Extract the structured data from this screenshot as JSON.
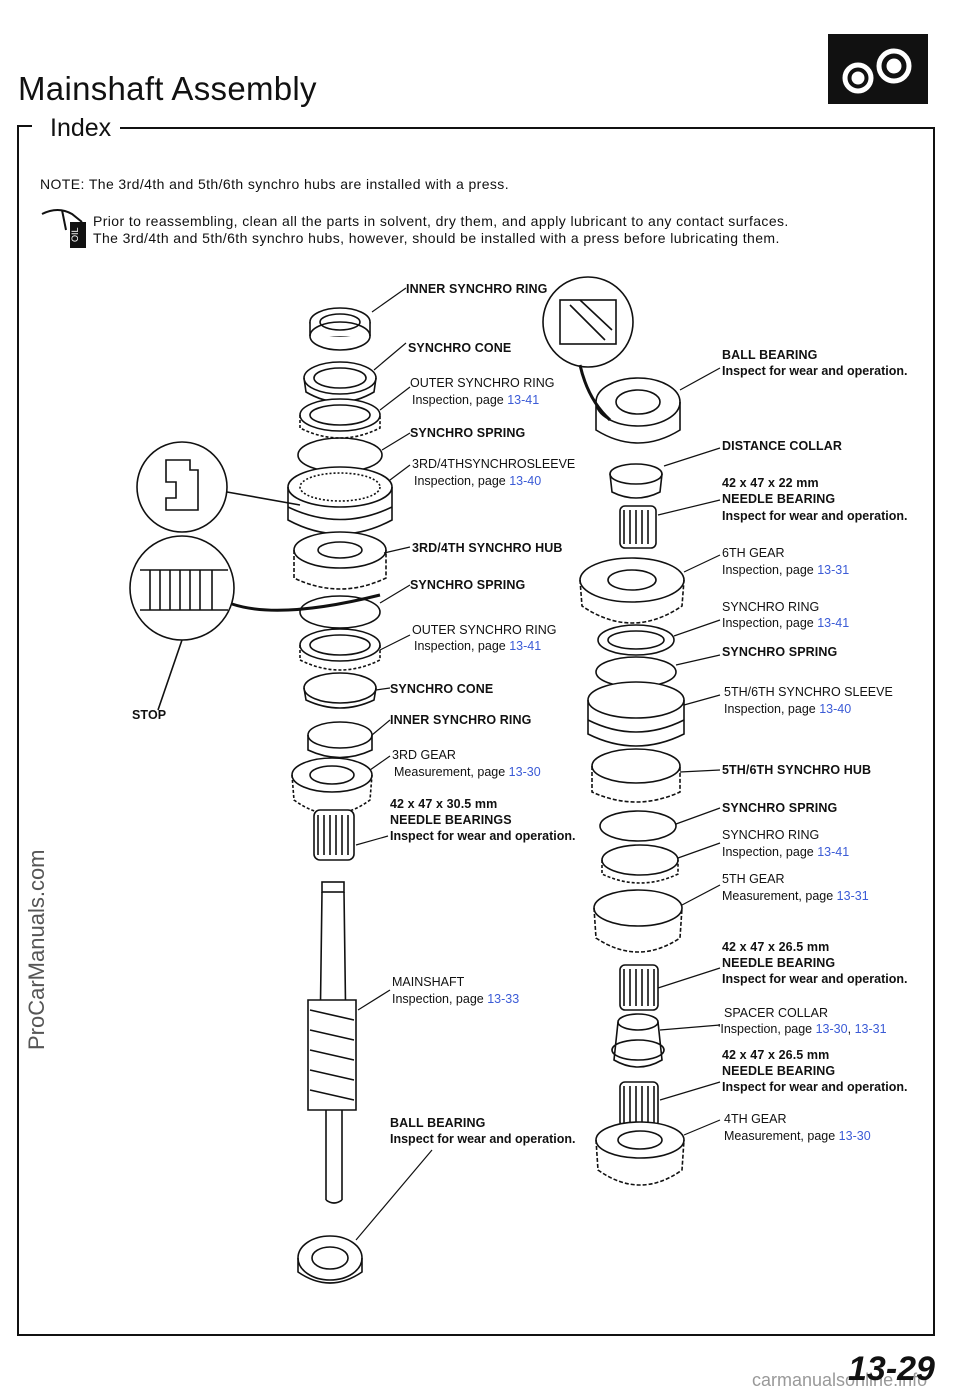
{
  "header": {
    "title": "Mainshaft Assembly",
    "section": "Index"
  },
  "note": "NOTE:  The 3rd/4th and 5th/6th synchro hubs are installed with a press.",
  "oil_note": {
    "badge": "OIL",
    "line1": "Prior to reassembling, clean all the parts in solvent, dry them, and apply lubricant to any contact surfaces.",
    "line2": "The 3rd/4th and 5th/6th synchro hubs, however, should be installed with a press before lubricating them."
  },
  "labels": {
    "inner_ring_1": "INNER SYNCHRO RING",
    "synchro_cone_1": "SYNCHRO CONE",
    "outer_ring_1": "OUTER SYNCHRO RING",
    "outer_ring_1_insp": "Inspection, page",
    "outer_ring_1_page": "13-41",
    "synchro_spring_1": "SYNCHRO SPRING",
    "sleeve_34": "3RD/4THSYNCHROSLEEVE",
    "sleeve_34_insp": "Inspection,  page",
    "sleeve_34_page": "13-40",
    "hub_34": "3RD/4TH SYNCHRO HUB",
    "synchro_spring_2": "SYNCHRO SPRING",
    "outer_ring_2": "OUTER SYNCHRO RING",
    "outer_ring_2_insp": "Inspection,  page",
    "outer_ring_2_page": "13-41",
    "synchro_cone_2": "SYNCHRO CONE",
    "inner_ring_2": "INNER SYNCHRO RING",
    "gear_3rd": "3RD GEAR",
    "gear_3rd_meas": "Measurement,  page",
    "gear_3rd_page": "13-30",
    "needle_305_size": "42 x 47 x 30.5 mm",
    "needle_305_name": "NEEDLE BEARINGS",
    "needle_305_insp": "Inspect for wear and operation.",
    "mainshaft": "MAINSHAFT",
    "mainshaft_insp": "Inspection,  page",
    "mainshaft_page": "13-33",
    "ball_bearing_bottom": "BALL BEARING",
    "ball_bearing_bottom_insp": "Inspect for wear and operation.",
    "stop": "STOP",
    "ball_bearing_top": "BALL BEARING",
    "ball_bearing_top_insp": "Inspect for wear and operation.",
    "distance_collar": "DISTANCE COLLAR",
    "needle_22_size": "42 x 47 x 22 mm",
    "needle_22_name": "NEEDLE BEARING",
    "needle_22_insp": "Inspect for wear and operation.",
    "gear_6th": "6TH  GEAR",
    "gear_6th_insp": "Inspection,  page",
    "gear_6th_page": "13-31",
    "ring_r1": "SYNCHRO RING",
    "ring_r1_insp": "Inspection,  page",
    "ring_r1_page": "13-41",
    "spring_r1": "SYNCHRO SPRING",
    "sleeve_56": "5TH/6TH SYNCHRO SLEEVE",
    "sleeve_56_insp": "Inspection,  page",
    "sleeve_56_page": "13-40",
    "hub_56": "5TH/6TH SYNCHRO HUB",
    "spring_r2": "SYNCHRO SPRING",
    "ring_r2": "SYNCHRO RING",
    "ring_r2_insp": "Inspection,  page",
    "ring_r2_page": "13-41",
    "gear_5th": "5TH  GEAR",
    "gear_5th_meas": "Measurement,  page",
    "gear_5th_page": "13-31",
    "needle_265a_size": "42 x 47 x 26.5 mm",
    "needle_265a_name": "NEEDLE BEARING",
    "needle_265a_insp": "Inspect for wear and operation.",
    "spacer_collar": "SPACER COLLAR",
    "spacer_collar_insp": "'Inspection,  page",
    "spacer_collar_page1": "13-30",
    "spacer_collar_sep": ",",
    "spacer_collar_page2": "13-31",
    "needle_265b_size": "42 x 47 x 26.5 mm",
    "needle_265b_name": "NEEDLE BEARING",
    "needle_265b_insp": "Inspect for wear and operation.",
    "gear_4th": "4TH  GEAR",
    "gear_4th_meas": "Measurement,  page",
    "gear_4th_page": "13-30"
  },
  "watermark": "ProCarManuals.com",
  "page_number": "13-29",
  "footer_site": "carmanualsonline.info",
  "colors": {
    "link": "#3b5bd6",
    "ink": "#111111"
  }
}
